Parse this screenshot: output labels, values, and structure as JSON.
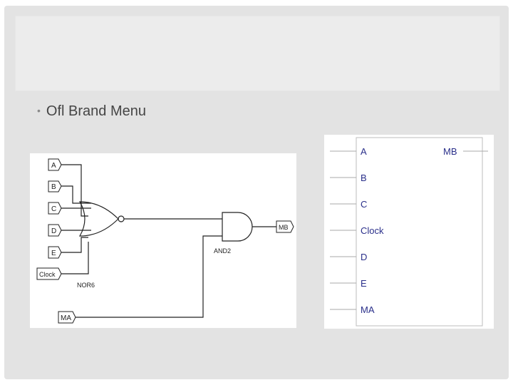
{
  "bullet": {
    "marker": "•",
    "text": "Ofl Brand Menu"
  },
  "schematic": {
    "inputs": [
      "A",
      "B",
      "C",
      "D",
      "E",
      "Clock"
    ],
    "aux_input": "MA",
    "output": "MB",
    "gate1_label": "NOR6",
    "gate2_label": "AND2"
  },
  "symbol": {
    "left_pins": [
      "A",
      "B",
      "C",
      "Clock",
      "D",
      "E",
      "MA"
    ],
    "right_pin": "MB"
  }
}
